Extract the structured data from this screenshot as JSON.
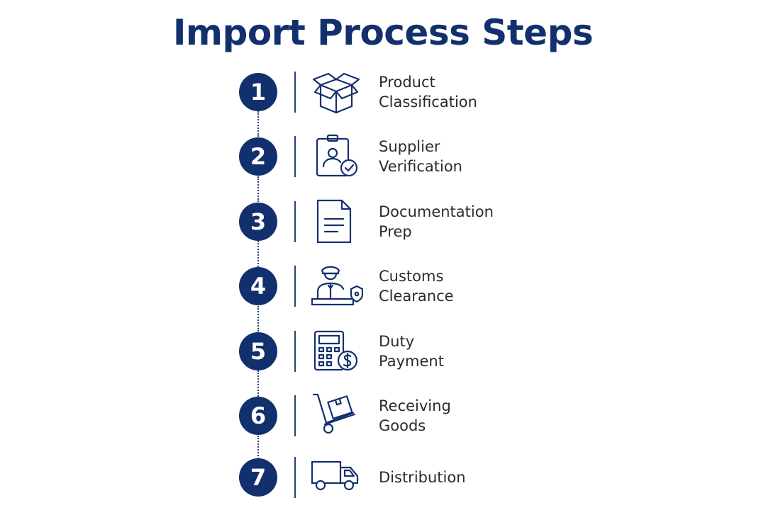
{
  "title": "Import Process Steps",
  "accent_color": "#13306e",
  "steps": [
    {
      "number": "1",
      "icon": "box-icon",
      "lines": [
        "Product",
        "Classification"
      ]
    },
    {
      "number": "2",
      "icon": "id-badge-check-icon",
      "lines": [
        "Supplier",
        "Verification"
      ]
    },
    {
      "number": "3",
      "icon": "document-icon",
      "lines": [
        "Documentation",
        "Prep"
      ]
    },
    {
      "number": "4",
      "icon": "customs-officer-icon",
      "lines": [
        "Customs",
        "Clearance"
      ]
    },
    {
      "number": "5",
      "icon": "calculator-dollar-icon",
      "lines": [
        "Duty",
        "Payment"
      ]
    },
    {
      "number": "6",
      "icon": "hand-truck-icon",
      "lines": [
        "Receiving",
        "Goods"
      ]
    },
    {
      "number": "7",
      "icon": "delivery-truck-icon",
      "lines": [
        "Distribution"
      ]
    }
  ]
}
